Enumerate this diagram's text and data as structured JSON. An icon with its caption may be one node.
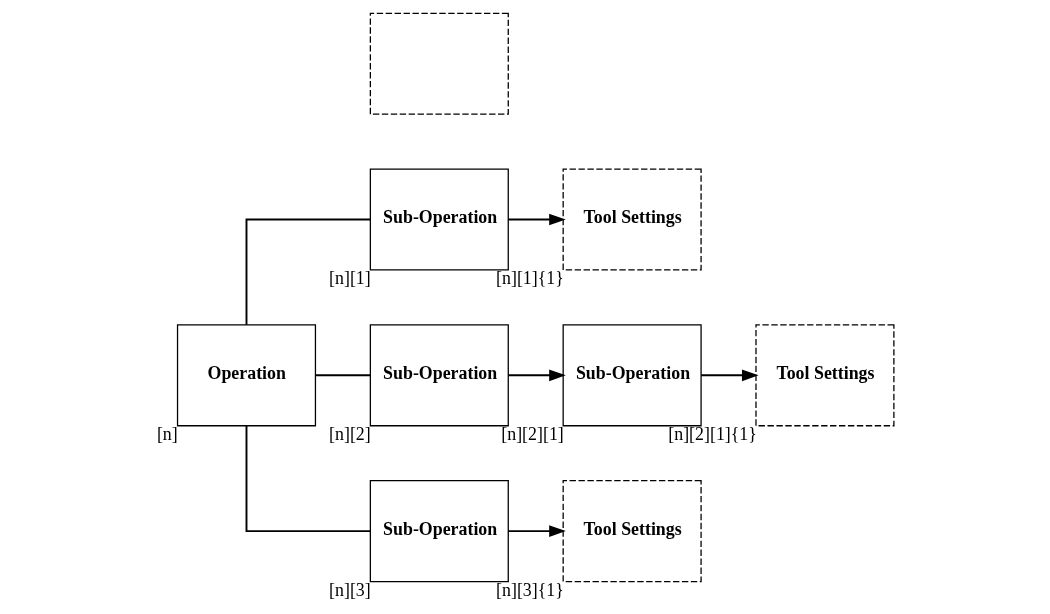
{
  "diagram": {
    "nodes": [
      {
        "text": [
          "Operation"
        ],
        "beside": [
          "[n]"
        ]
      },
      {
        "text": [
          "Sub-Operation"
        ],
        "beside": [
          "[n][1]"
        ]
      },
      {
        "text": [
          "Tool Settings"
        ],
        "beside": [
          "[n][1]{1}"
        ]
      },
      {
        "text": [],
        "shape": "box"
      },
      {
        "text": [
          "Sub-Operation"
        ],
        "beside": [
          "[n][2]"
        ]
      },
      {
        "text": [
          "Sub-Operation"
        ],
        "beside": [
          "[n][2][1]"
        ]
      },
      {
        "text": [
          "Tool Settings"
        ],
        "beside": [
          "[n][2][1]{1}"
        ]
      },
      {
        "text": [
          "Sub-Operation"
        ],
        "beside": [
          "[n][3]"
        ]
      },
      {
        "text": [
          "Tool Settings"
        ],
        "beside": [
          "[n][3]{1}"
        ]
      }
    ],
    "edges": [
      {
        "from": 0,
        "to": 1,
        "arrow": "none"
      },
      {
        "from": 0,
        "to": 4,
        "arrow": "none"
      },
      {
        "from": 0,
        "to": 7,
        "arrow": "none"
      },
      {
        "from": 1,
        "to": 2,
        "arrow": "to"
      },
      {
        "from": 4,
        "to": 5,
        "arrow": "to"
      },
      {
        "from": 5,
        "to": 6,
        "arrow": "to"
      },
      {
        "from": 7,
        "to": 8,
        "arrow": "to"
      }
    ]
  }
}
